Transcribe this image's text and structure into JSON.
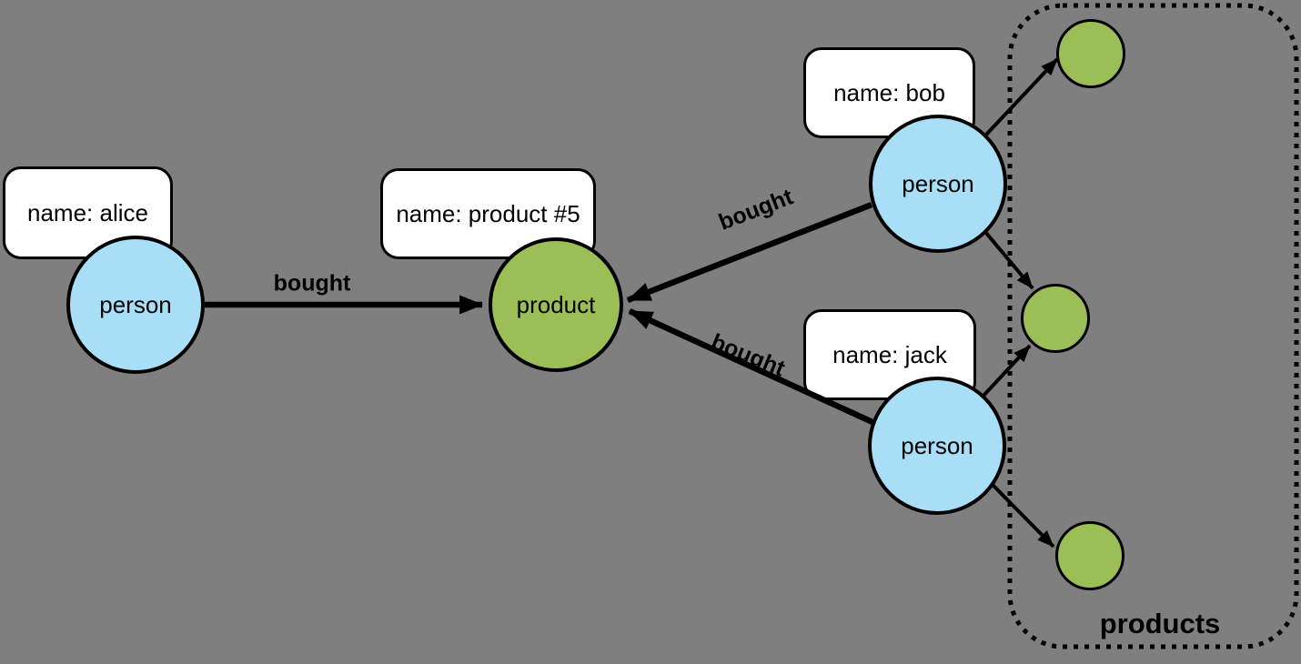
{
  "colors": {
    "background": "#7F7F7F",
    "person-fill": "#A8DFF7",
    "product-fill": "#9CBE57",
    "box-fill": "#FFFFFF",
    "stroke": "#000000",
    "text": "#000000"
  },
  "nodes": {
    "alice": {
      "label": "person",
      "property": "name: alice"
    },
    "bob": {
      "label": "person",
      "property": "name: bob"
    },
    "jack": {
      "label": "person",
      "property": "name: jack"
    },
    "product": {
      "label": "product",
      "property": "name: product #5"
    }
  },
  "edges": {
    "alice_product": {
      "label": "bought"
    },
    "bob_product": {
      "label": "bought"
    },
    "jack_product": {
      "label": "bought"
    }
  },
  "groups": {
    "products": {
      "label": "products"
    }
  }
}
